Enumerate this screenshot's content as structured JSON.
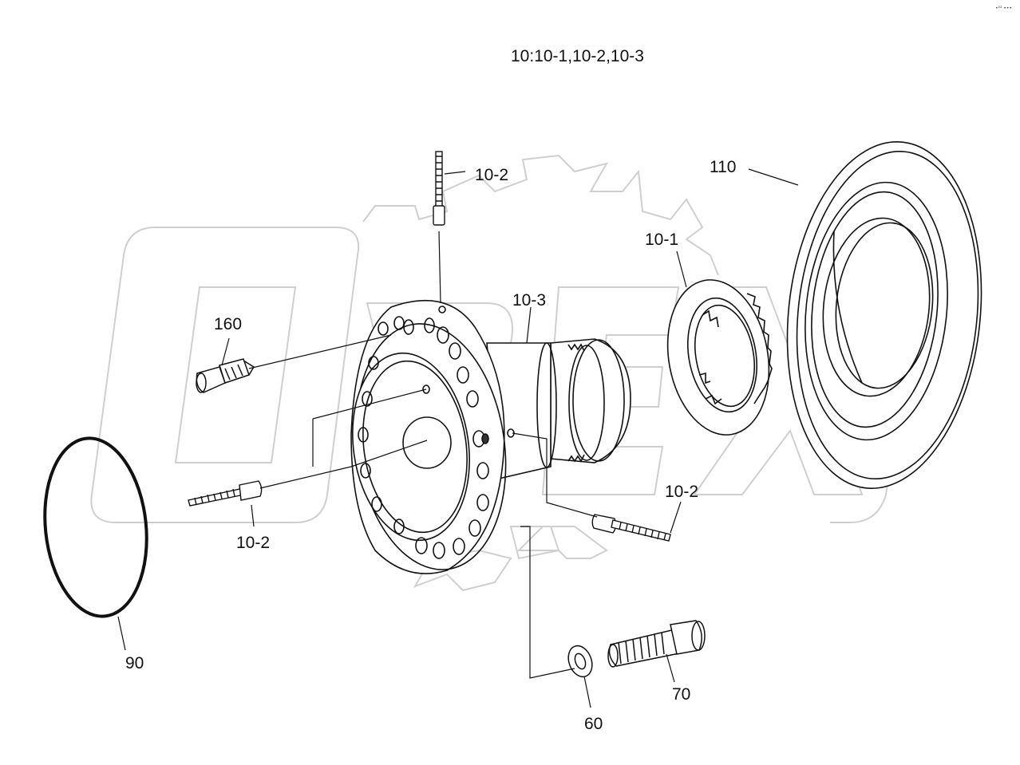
{
  "diagram": {
    "title": "10:10-1,10-2,10-3",
    "corner_mark": "•²² •••",
    "callouts": {
      "c110": "110",
      "c10_1": "10-1",
      "c10_2_top": "10-2",
      "c10_3": "10-3",
      "c160": "160",
      "c10_2_left": "10-2",
      "c10_2_right": "10-2",
      "c90": "90",
      "c60": "60",
      "c70": "70"
    },
    "watermark": {
      "color": "#c8c8c8",
      "description_icon": "gear-logo"
    },
    "line_color": "#111111"
  }
}
